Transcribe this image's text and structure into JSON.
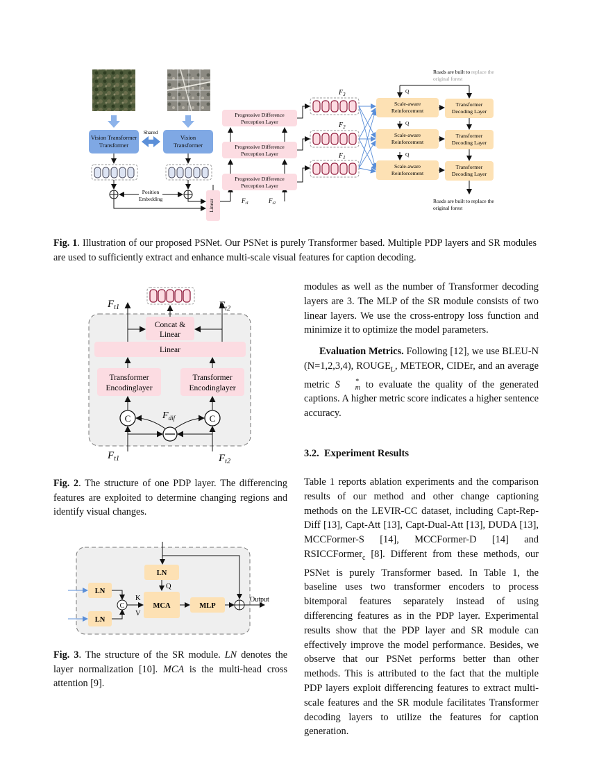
{
  "fig1": {
    "shared": "Shared",
    "vision_transformer": "Vision Transformer",
    "position_embedding": "Position Embedding",
    "linear": "Linear",
    "pdp_layer": "Progressive Difference Perception Layer",
    "scale_aware": "Scale-aware Reinforcement",
    "decoding_layer": "Transformer Decoding Layer",
    "q": "Q",
    "f3": "F3",
    "f2": "F2",
    "f1": "F1",
    "ft1": "Ft1",
    "ft2": "Ft2",
    "caption_input_black": "Roads are built to ",
    "caption_input_gray": "replace the original forest",
    "caption_output": "Roads are built to replace the original forest",
    "caption_label": "Fig. 1",
    "caption_text": ". Illustration of our proposed PSNet. Our PSNet is purely Transformer based. Multiple PDP layers and SR modules are used to sufficiently extract and enhance multi-scale visual features for caption decoding."
  },
  "fig2": {
    "ft1": "Ft1",
    "ft2": "Ft2",
    "fdif": "Fdif",
    "concat_linear": "Concat & Linear",
    "linear": "Linear",
    "encoding_layer": "Transformer Encodinglayer",
    "concat_symbol": "C",
    "caption_label": "Fig. 2",
    "caption_text": ". The structure of one PDP layer. The differencing features are exploited to determine changing regions and identify visual changes."
  },
  "fig3": {
    "ln": "LN",
    "mca": "MCA",
    "mlp": "MLP",
    "q": "Q",
    "k": "K",
    "v": "V",
    "c": "C",
    "output": "Output",
    "caption_label": "Fig. 3",
    "caption_text_1": ". The structure of the SR module. ",
    "ln_math": "LN",
    "caption_text_2": " denotes the layer normalization [10]. ",
    "mca_math": "MCA",
    "caption_text_3": " is the multi-head cross attention [9]."
  },
  "right_column": {
    "para1": "modules as well as the number of Transformer decoding layers are 3. The MLP of the SR module consists of two linear layers. We use the cross-entropy loss function and minimize it to optimize the model parameters.",
    "eval_title": "Evaluation Metrics.",
    "eval_text_1": " Following [12], we use BLEU-N (N=1,2,3,4), ROUGE",
    "eval_sub_l": "L",
    "eval_text_2": ", METEOR, CIDEr, and an average metric ",
    "eval_metric": "S",
    "eval_metric_sub": "m",
    "eval_metric_sup": "*",
    "eval_text_3": " to evaluate the quality of the generated captions. A higher metric score indicates a higher sentence accuracy.",
    "section_title": "3.2.  Experiment Results",
    "para2_a": "Table 1 reports ablation experiments and the comparison results of our method and other change captioning methods on the LEVIR-CC dataset, including Capt-Rep-Diff [13], Capt-Att [13], Capt-Dual-Att [13], DUDA [13], MCCFormer-S [14], MCCFormer-D [14] and RSICCFormer",
    "para2_sub": "c",
    "para2_b": " [8]. Different from these methods, our PSNet is purely Transformer based. In Table 1, the baseline uses two transformer encoders to process bitemporal features separately instead of using differencing features as in the PDP layer. Experimental results show that the PDP layer and SR module can effectively improve the model performance. Besides, we observe that our PSNet performs better than other methods. This is attributed to the fact that the multiple PDP layers exploit differencing features to extract multi-scale features and the SR module facilitates Transformer decoding layers to utilize the features for caption generation."
  },
  "colors": {
    "vision_blue": "#7fa8e4",
    "pdp_pink": "#fcdce2",
    "sr_orange": "#fde1b4",
    "token_border": "#8e1a3a",
    "dashed_bg": "#efefef"
  }
}
